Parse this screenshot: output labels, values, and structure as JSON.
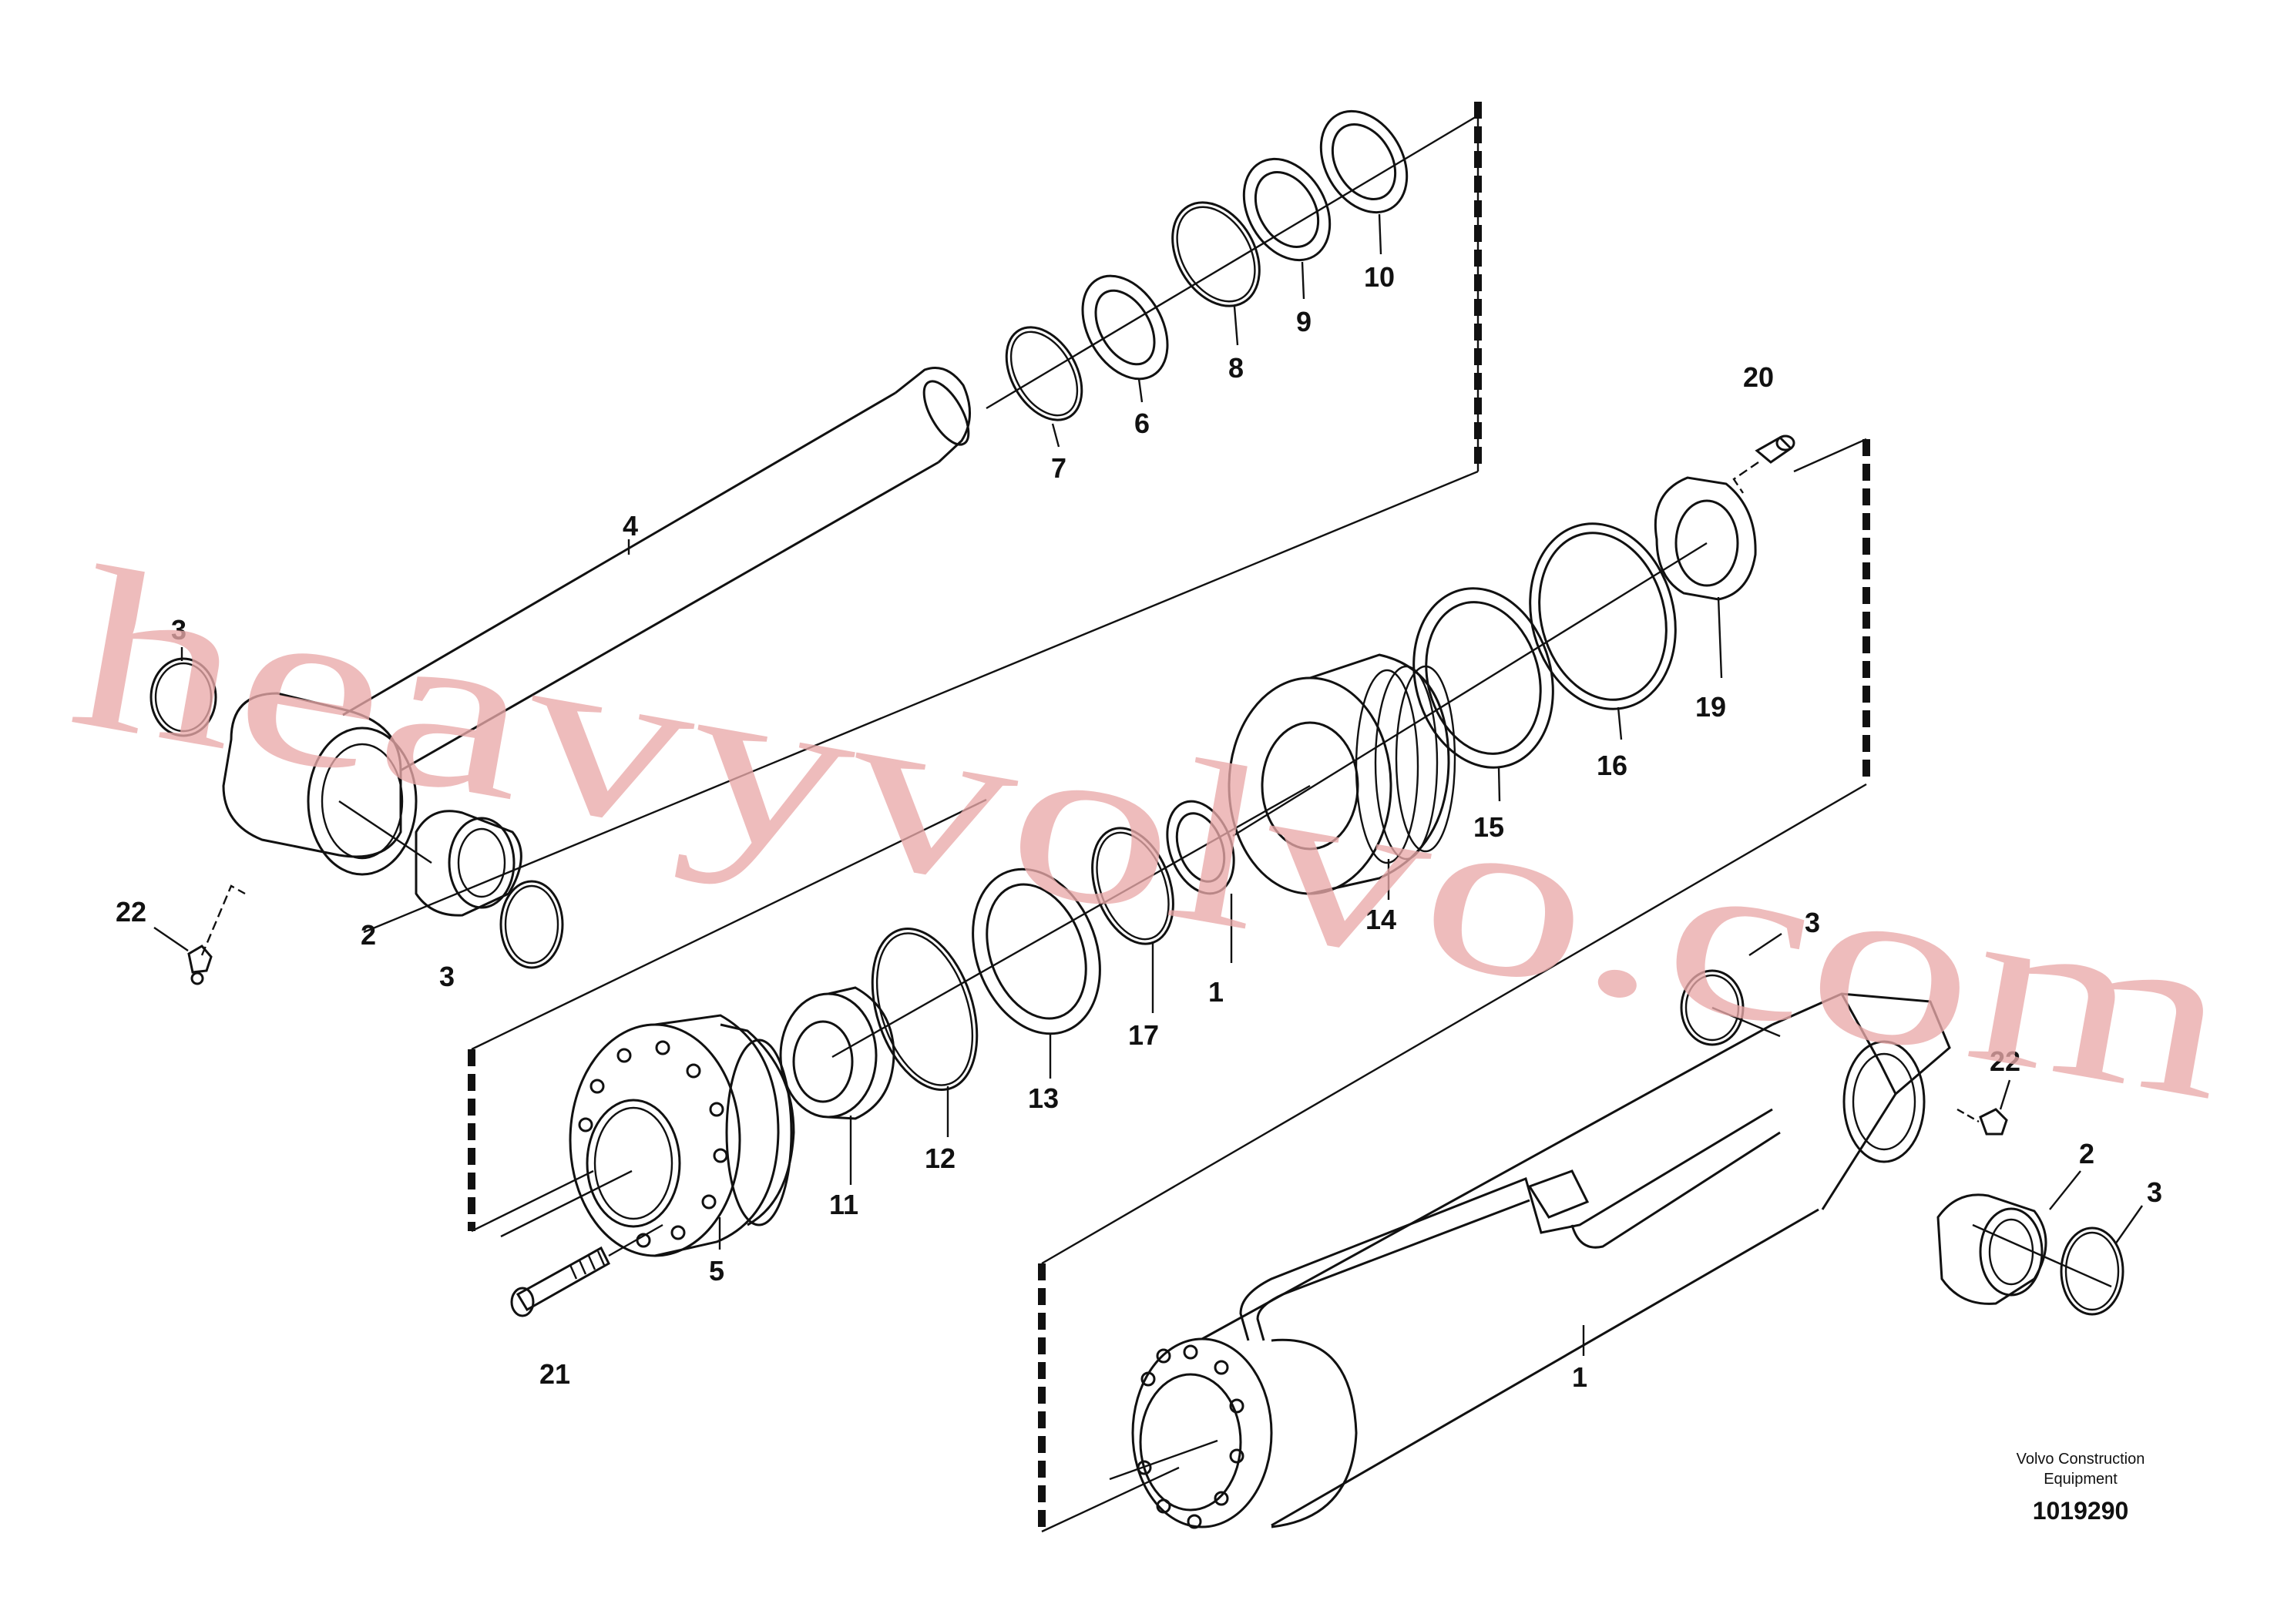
{
  "callouts": {
    "c1a": "1",
    "c1b": "1",
    "c2a": "2",
    "c2b": "2",
    "c3a": "3",
    "c3b": "3",
    "c3c": "3",
    "c3d": "3",
    "c4": "4",
    "c5": "5",
    "c6": "6",
    "c7": "7",
    "c8": "8",
    "c9": "9",
    "c10": "10",
    "c11": "11",
    "c12": "12",
    "c13": "13",
    "c14": "14",
    "c15": "15",
    "c16": "16",
    "c17": "17",
    "c19": "19",
    "c20": "20",
    "c21": "21",
    "c22a": "22",
    "c22b": "22"
  },
  "watermark": "heavyvolvo.com",
  "footer": {
    "line1": "Volvo Construction",
    "line2": "Equipment",
    "drawing_number": "1019290"
  }
}
